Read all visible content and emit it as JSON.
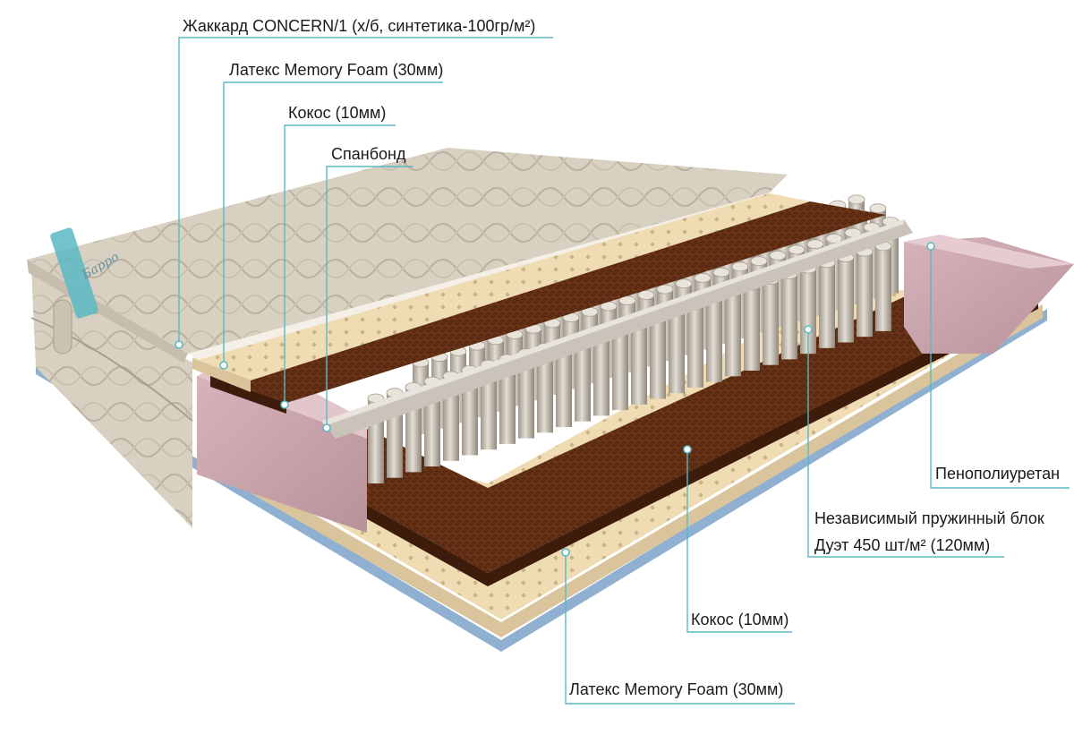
{
  "colors": {
    "leader": "#5bb8c4",
    "label_text": "#1a1a1a",
    "cover": "#d9d1c2",
    "latex": "#efdcb2",
    "coconut": "#5a2a12",
    "foam_pink": "#c7a6ad",
    "springs": "#bfb8ae",
    "edge_band": "#8fb0d0"
  },
  "callouts": {
    "jacquard": "Жаккард CONCERN/1 (х/б, синтетика-100гр/м²)",
    "latex_top": "Латекс Memory Foam (30мм)",
    "coconut_top": "Кокос (10мм)",
    "spunbond": "Спанбонд",
    "ppu": "Пенополиуретан",
    "spring_block_line1": "Независимый пружинный блок",
    "spring_block_line2": "Дуэт 450 шт/м²  (120мм)",
    "coconut_bottom": "Кокос (10мм)",
    "latex_bottom": "Латекс Memory Foam (30мм)"
  },
  "brand_logo": "Барро"
}
